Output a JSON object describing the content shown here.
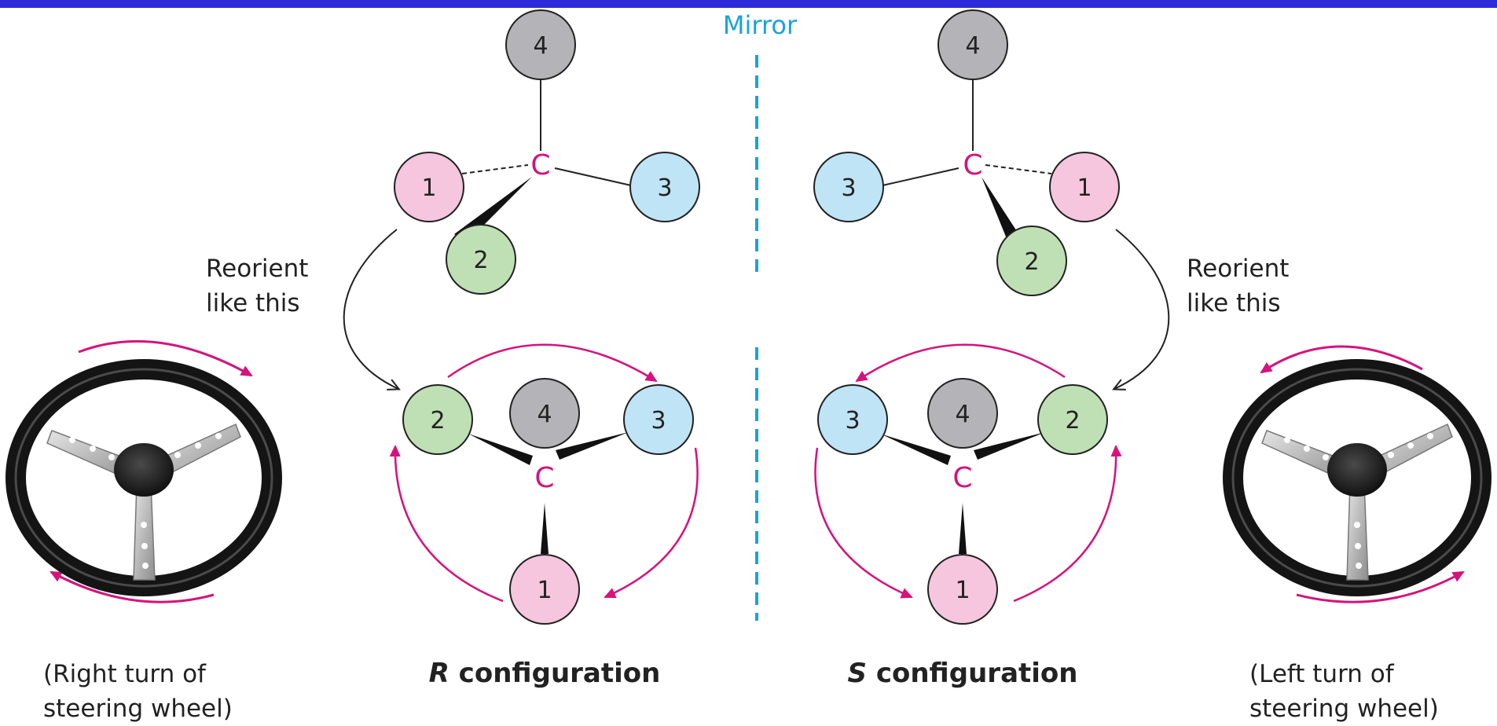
{
  "mirror_label": "Mirror",
  "center_symbol": "C",
  "atoms": {
    "one": "1",
    "two": "2",
    "three": "3",
    "four": "4"
  },
  "reorient": {
    "line1": "Reorient",
    "line2": "like this"
  },
  "configs": {
    "r_letter": "R",
    "s_letter": "S",
    "suffix": " configuration"
  },
  "wheel_captions": {
    "left_line1": "(Right turn of",
    "left_line2": "steering wheel)",
    "right_line1": "(Left turn of",
    "right_line2": "steering wheel)"
  },
  "colors": {
    "top_border": "#2b2bd9",
    "mirror": "#1aa3d9",
    "rotation_arrow": "#d6127c",
    "atom1": "#f5c6dd",
    "atom2": "#bfe0b4",
    "atom3": "#bfe4f5",
    "atom4": "#b4b4b8"
  }
}
